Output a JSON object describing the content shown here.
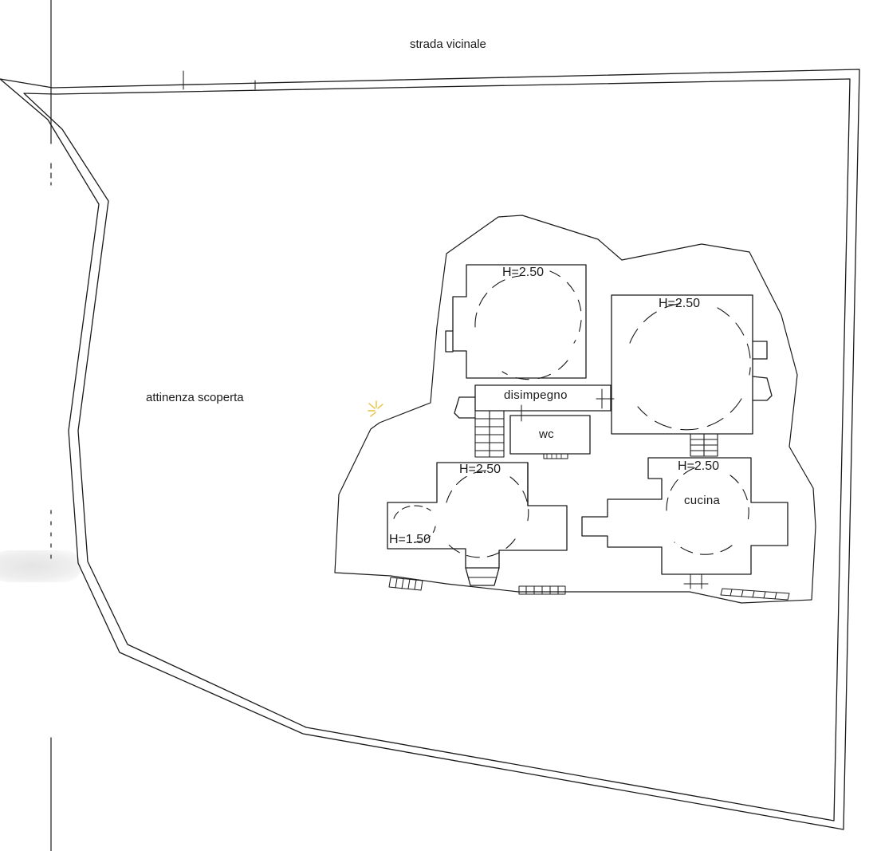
{
  "labels": {
    "road": "strada vicinale",
    "yard": "attinenza scoperta",
    "disimpegno": "disimpegno",
    "wc": "wc",
    "cucina": "cucina",
    "h_top_left": "H=2.50",
    "h_top_right": "H=2.50",
    "h_bottom_left": "H=2.50",
    "h_bottom_right": "H=2.50",
    "h_lower": "H=1.50"
  },
  "colors": {
    "ink": "#1a1a1a",
    "background": "#ffffff",
    "spark": "#e6c23a"
  }
}
